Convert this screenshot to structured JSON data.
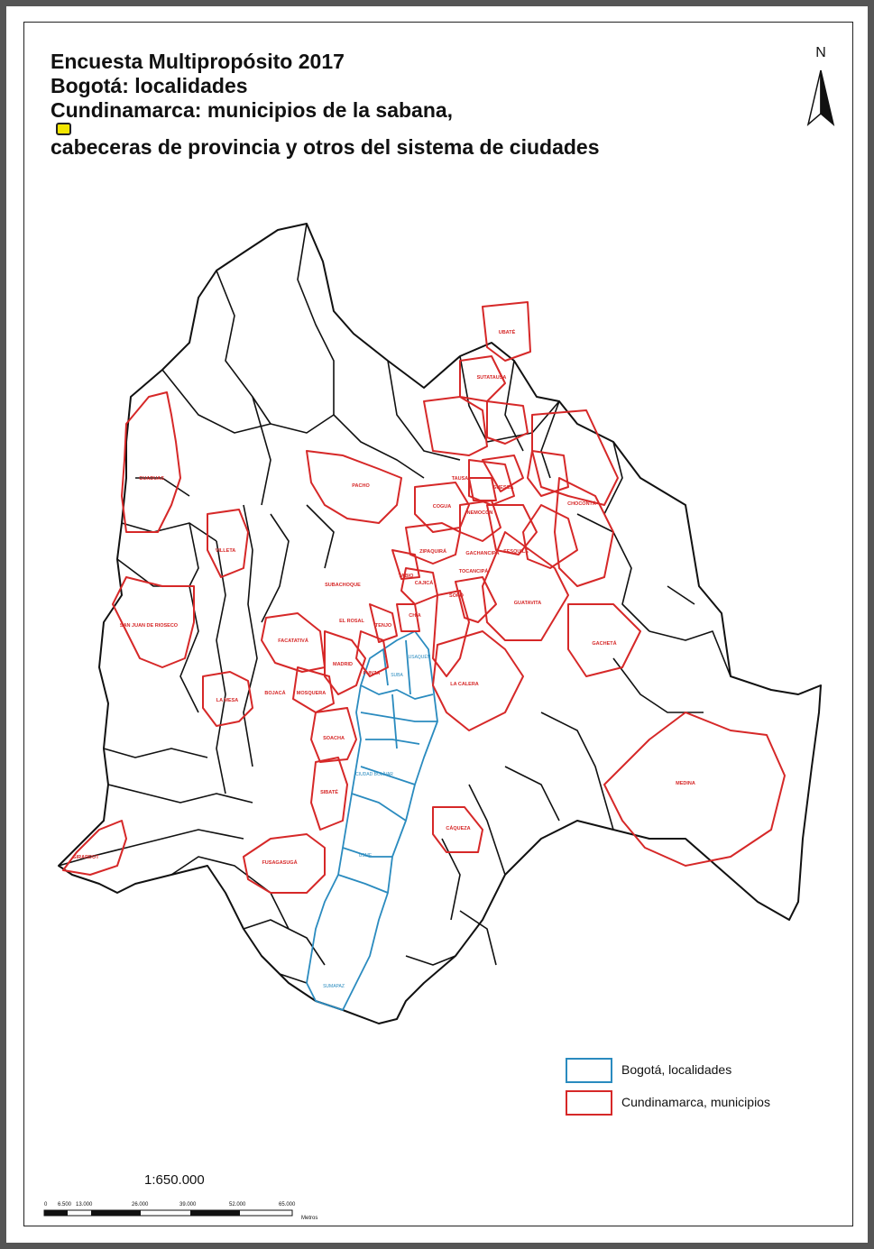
{
  "title": {
    "line1": "Encuesta Multipropósito 2017",
    "line2": "Bogotá: localidades",
    "line3": "Cundinamarca: municipios de la sabana,",
    "line4": "cabeceras de provincia y otros del sistema de ciudades"
  },
  "north_arrow": {
    "label": "N"
  },
  "legend": [
    {
      "label": "Bogotá, localidades",
      "color": "#2a8bbf"
    },
    {
      "label": "Cundinamarca, municipios",
      "color": "#d62828"
    }
  ],
  "scale": {
    "ratio": "1:650.000",
    "ticks": [
      "0",
      "6.500",
      "13.000",
      "26.000",
      "39.000",
      "52.000",
      "65.000"
    ],
    "unit": "Metros"
  },
  "colors": {
    "municipio_outline": "#111111",
    "bogota_outline": "#2a8bbf",
    "highlight_outline": "#d62828"
  },
  "map_labels": {
    "municipios": [
      "UBATÉ",
      "GUADUAS",
      "PACHO",
      "CHOCONTÁ",
      "VILLETA",
      "LA MESA",
      "FACATATIVÁ",
      "MADRID",
      "FUNZA",
      "TENJO",
      "CHÍA",
      "SOPÓ",
      "LA CALERA",
      "ZIPAQUIRÁ",
      "TOCANCIPÁ",
      "GACHETÁ",
      "GUATAVITA",
      "MEDINA",
      "CÁQUEZA",
      "SIBATÉ",
      "SOACHA",
      "MOSQUERA",
      "BOJACÁ",
      "GIRARDOT",
      "FUSAGASUGÁ",
      "EL ROSAL",
      "SUBACHOQUE",
      "TABIO",
      "CAJICÁ",
      "COGUA",
      "NEMOCÓN",
      "GACHANCIPÁ",
      "SESQUILÉ",
      "SUESCA",
      "SAN JUAN DE RIOSECO",
      "TAUSA",
      "SUTATAUSA"
    ],
    "localidades": [
      "SUBA",
      "USAQUÉN",
      "CIUDAD BOLÍVAR",
      "USME",
      "SUMAPAZ"
    ]
  }
}
